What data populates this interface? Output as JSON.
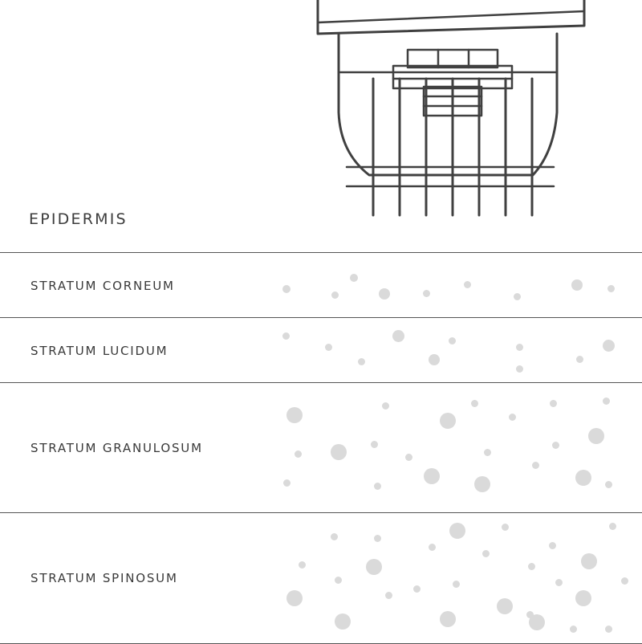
{
  "title": "EPIDERMIS",
  "layers": [
    {
      "id": "corneum",
      "label": "STRATUM CORNEUM"
    },
    {
      "id": "lucidum",
      "label": "STRATUM LUCIDUM"
    },
    {
      "id": "granulosum",
      "label": "STRATUM GRANULOSUM"
    },
    {
      "id": "spinosum",
      "label": "STRATUM SPINOSUM"
    }
  ],
  "colors": {
    "line": "#555555",
    "text": "#3a3a3a",
    "particle": "#dadada",
    "device_stroke": "#404040"
  },
  "icons": [
    "microneedle-roller-icon"
  ]
}
